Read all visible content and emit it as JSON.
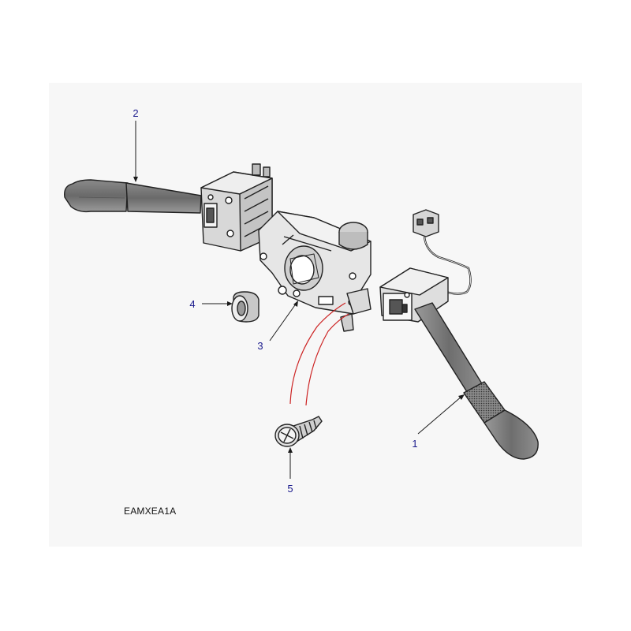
{
  "diagram": {
    "callouts": [
      {
        "id": "1",
        "label": "1"
      },
      {
        "id": "2",
        "label": "2"
      },
      {
        "id": "3",
        "label": "3"
      },
      {
        "id": "4",
        "label": "4"
      },
      {
        "id": "5",
        "label": "5"
      }
    ],
    "caption": "EAMXEA1A",
    "colors": {
      "panel": "#f7f7f7",
      "callout_text": "#1a1a8c",
      "leader": "#1a1a1a",
      "ink": "#222222",
      "assembly_guide": "#cc2222"
    }
  }
}
